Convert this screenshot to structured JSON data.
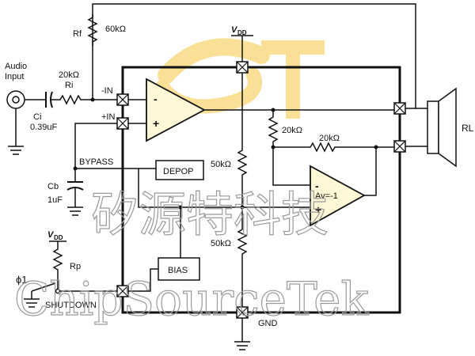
{
  "labels": {
    "audio_input": [
      "Audio",
      "Input"
    ],
    "ri_value": "20kΩ",
    "ri_name": "Ri",
    "ci_name": "Ci",
    "ci_value": "0.39uF",
    "rf_name": "Rf",
    "rf_value": "60kΩ",
    "minus_in": "-IN",
    "plus_in": "+IN",
    "vdd_top": "V",
    "vdd_top_sub": "DD",
    "bypass": "BYPASS",
    "cb_name": "Cb",
    "cb_value": "1uF",
    "vdd_left": "V",
    "vdd_left_sub": "DD",
    "rp_name": "Rp",
    "phi": "ϕ1",
    "shutdown": "SHUTDOWN",
    "depop": "DEPOP",
    "bias": "BIAS",
    "r_div_top": "50kΩ",
    "r_div_bot": "50kΩ",
    "r_fb_a": "20kΩ",
    "r_fb_b": "20kΩ",
    "av": "Av=-1",
    "amp1_minus": "-",
    "amp1_plus": "+",
    "amp2_minus": "-",
    "amp2_plus": "+",
    "gnd": "GND",
    "rl": "RL"
  },
  "watermark": {
    "chinese": "矽源特科技",
    "latin": "ChipSourceTek"
  },
  "colors": {
    "logo": "#f5c842",
    "wire": "#111111",
    "watermark": "#9a9a9a"
  }
}
